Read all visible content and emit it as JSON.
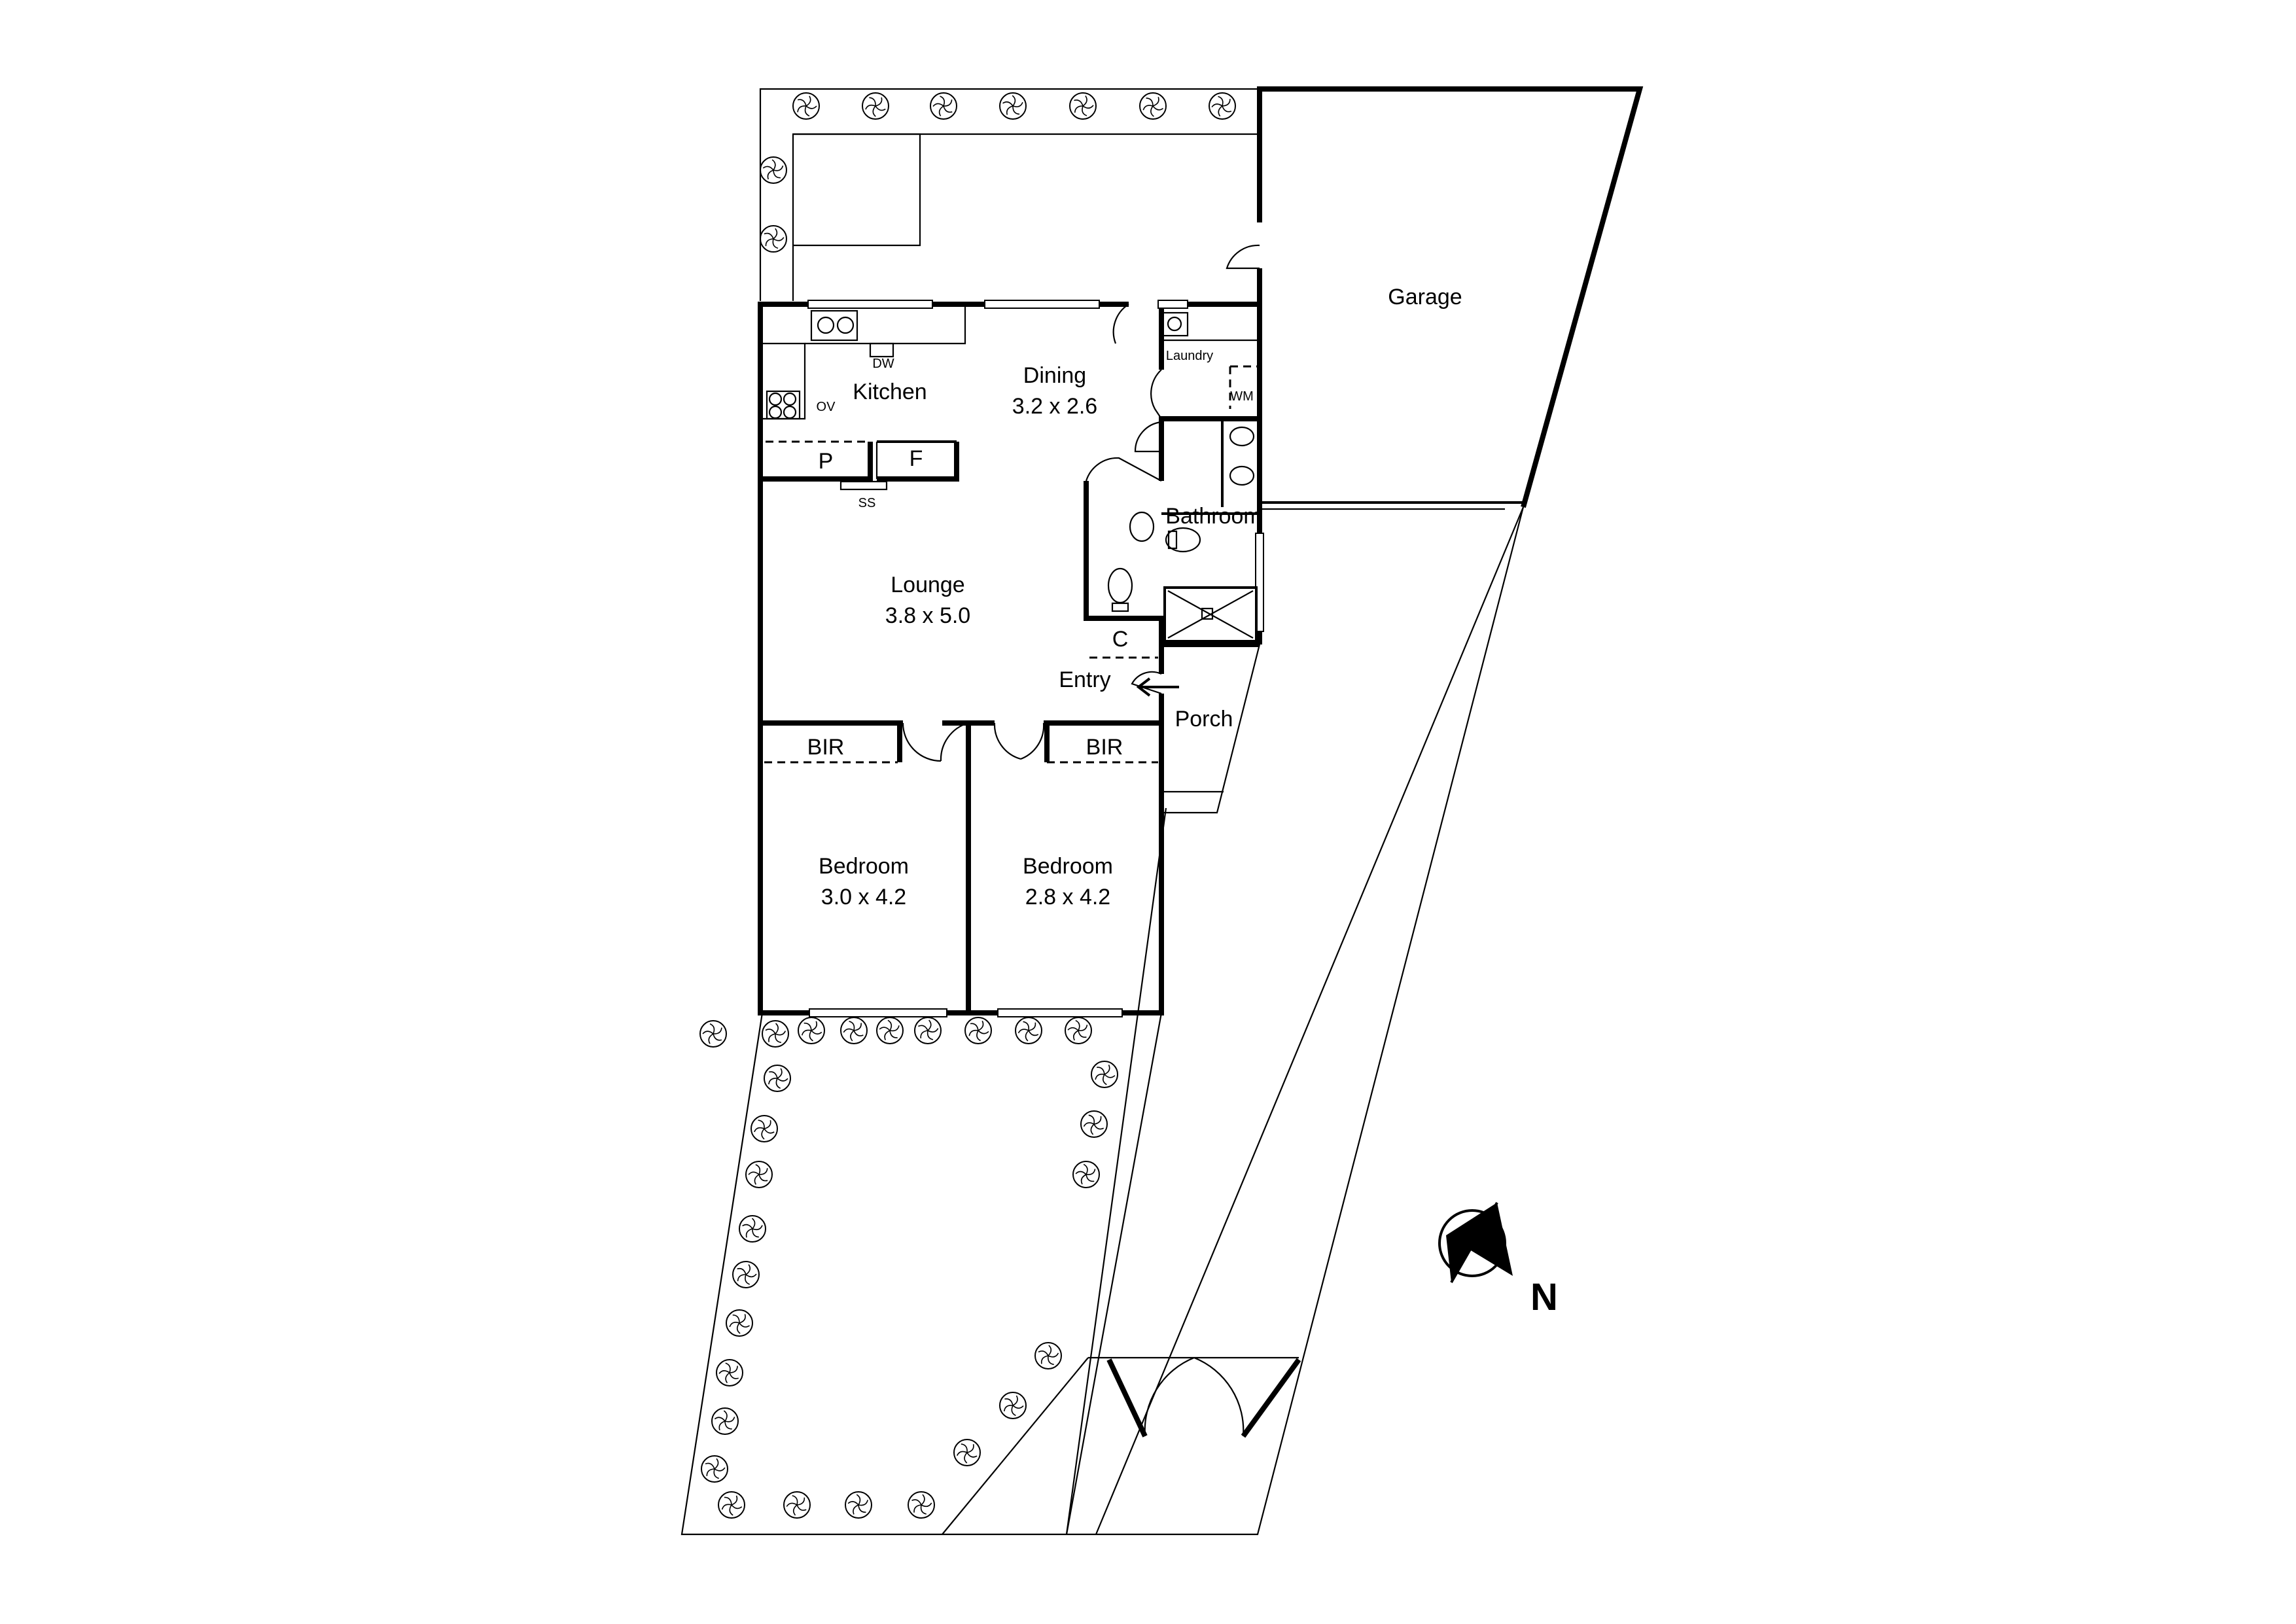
{
  "rooms": {
    "garage": "Garage",
    "dining": {
      "name": "Dining",
      "size": "3.2 x 2.6"
    },
    "kitchen": "Kitchen",
    "laundry": "Laundry",
    "lounge": {
      "name": "Lounge",
      "size": "3.8 x 5.0"
    },
    "bathroom": "Bathroom",
    "entry": "Entry",
    "porch": "Porch",
    "bedroom1": {
      "name": "Bedroom",
      "size": "3.0 x 4.2"
    },
    "bedroom2": {
      "name": "Bedroom",
      "size": "2.8 x 4.2"
    },
    "bir1": "BIR",
    "bir2": "BIR"
  },
  "fixtures": {
    "dishwasher": "DW",
    "oven": "OV",
    "pantry": "P",
    "fridge": "F",
    "stainless": "SS",
    "cupboard": "C",
    "washing_machine": "WM"
  },
  "compass": {
    "label": "N"
  },
  "colors": {
    "line": "#000000",
    "background": "#ffffff"
  }
}
